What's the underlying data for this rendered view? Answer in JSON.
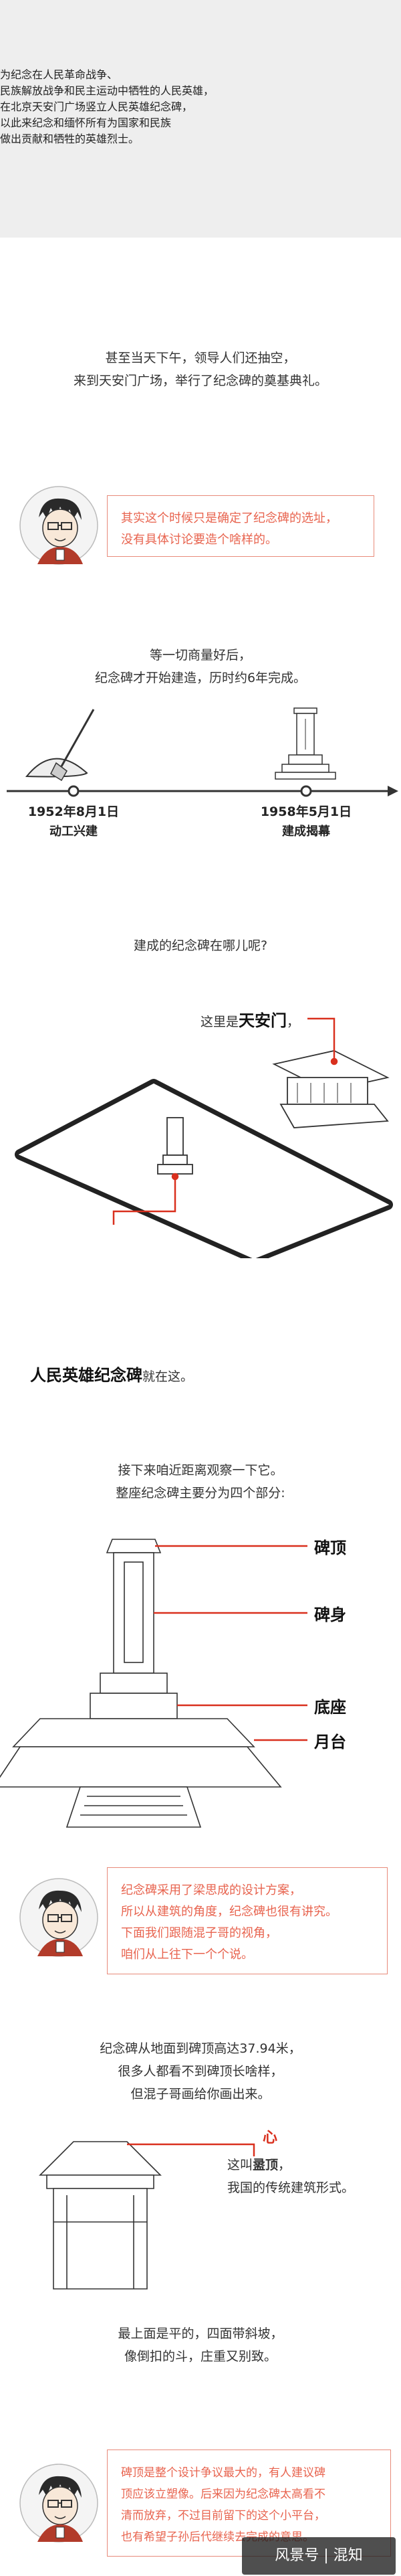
{
  "intro": {
    "line1": "为纪念在人民革命战争、",
    "line2": "民族解放战争和民主运动中牺牲的人民英雄，",
    "line3_red": "在北京天安门广场竖立人民英雄纪念碑，",
    "line4": "以此来纪念和缅怀所有为国家和民族",
    "line5": "做出贡献和牺牲的英雄烈士。"
  },
  "p1": {
    "line1": "甚至当天下午，领导人们还抽空，",
    "line2": "来到天安门广场，举行了纪念碑的奠基典礼。"
  },
  "note1": {
    "line1": "其实这个时候只是确定了纪念碑的选址，",
    "line2": "没有具体讨论要造个啥样的。"
  },
  "p2": {
    "line1": "等一切商量好后，",
    "line2": "纪念碑才开始建造，历时约6年完成。"
  },
  "timeline": {
    "start_date": "1952年8月1日",
    "start_event": "动工兴建",
    "end_date": "1958年5月1日",
    "end_event": "建成揭幕"
  },
  "p3": {
    "question": "建成的纪念碑在哪儿呢?"
  },
  "map": {
    "tiananmen_prefix": "这里是",
    "tiananmen_bold": "天安门",
    "tiananmen_suffix": "，",
    "monument_bold": "人民英雄纪念碑",
    "monument_suffix": "就在这。"
  },
  "p4": {
    "line1": "接下来咱近距离观察一下它。",
    "line2": "整座纪念碑主要分为四个部分:"
  },
  "parts": [
    "碑顶",
    "碑身",
    "底座",
    "月台"
  ],
  "note2": {
    "line1": "纪念碑采用了梁思成的设计方案，",
    "line2": "所以从建筑的角度，纪念碑也很有讲究。",
    "line3": "下面我们跟随混子哥的视角，",
    "line4": "咱们从上往下一个个说。"
  },
  "p5": {
    "line1": "纪念碑从地面到碑顶高达37.94米，",
    "line2": "很多人都看不到碑顶长啥样，",
    "line3": "但混子哥画给你画出来。"
  },
  "roof": {
    "glyph": "心",
    "line1_prefix": "这叫",
    "line1_bold": "盝顶",
    "line1_suffix": "，",
    "line2": "我国的传统建筑形式。"
  },
  "p6": {
    "line1": "最上面是平的，四面带斜坡，",
    "line2": "像倒扣的斗，庄重又别致。"
  },
  "note3": {
    "line1": "碑顶是整个设计争议最大的，有人建议碑",
    "line2": "顶应该立塑像。后来因为纪念碑太高看不",
    "line3": "清而放弃，不过目前留下的这个小平台，",
    "line4": "也有希望子孙后代继续去完成的意思。"
  },
  "watermark": {
    "text": "风景号 | 混知"
  },
  "colors": {
    "accent_red": "#d9301e",
    "note_red": "#e8644f",
    "intro_bg": "#eeeeee"
  }
}
